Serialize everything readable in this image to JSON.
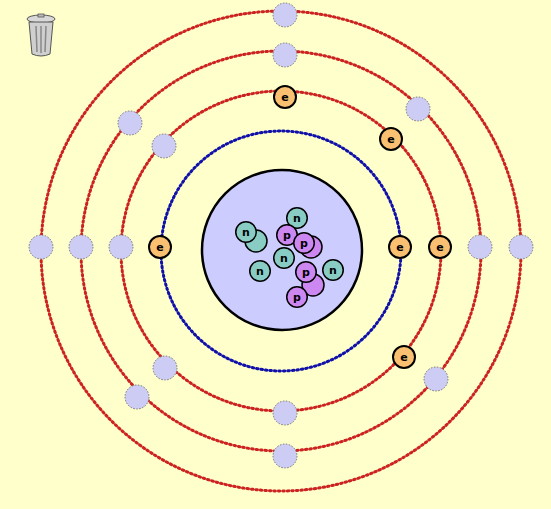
{
  "diagram": {
    "nodes": [
      {
        "text": [
          "e"
        ]
      },
      {
        "text": [
          "e"
        ]
      },
      {
        "text": [
          "n"
        ]
      },
      {
        "text": [
          "n"
        ]
      },
      {
        "text": [
          "p"
        ]
      },
      {
        "text": [
          "p"
        ]
      },
      {
        "text": [
          "e"
        ]
      },
      {
        "text": [
          "e"
        ]
      },
      {
        "text": [
          "e"
        ]
      },
      {
        "text": [
          "n"
        ]
      },
      {
        "text": [
          "n"
        ]
      },
      {
        "text": [
          "p"
        ]
      },
      {
        "text": [
          "n"
        ]
      },
      {
        "text": [
          "p"
        ]
      },
      {
        "text": [
          "e"
        ]
      }
    ]
  }
}
